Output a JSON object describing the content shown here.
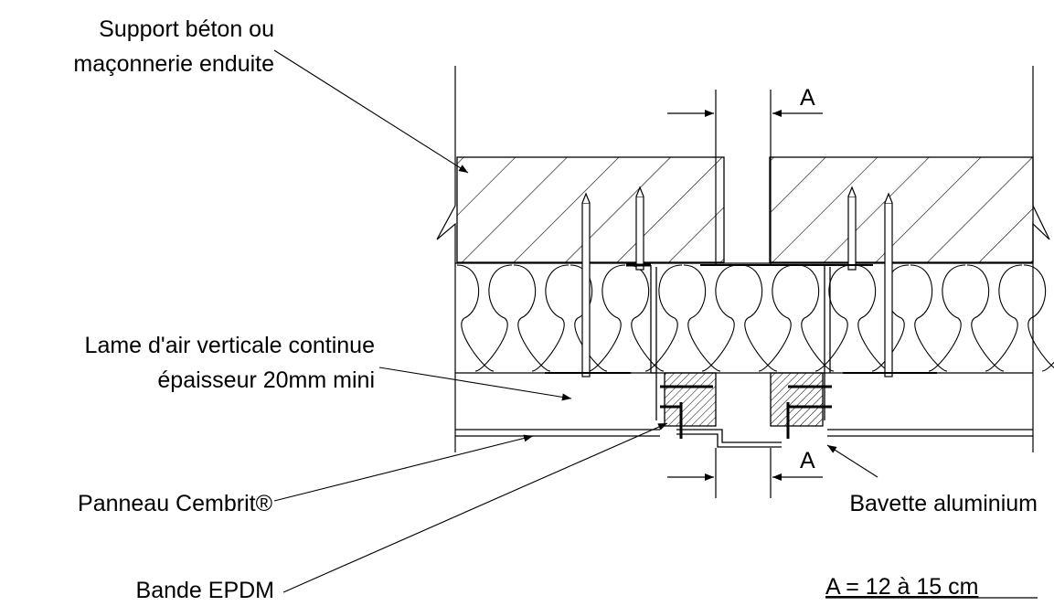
{
  "labels": {
    "support": [
      "Support béton ou",
      "maçonnerie enduite"
    ],
    "lame_air": [
      "Lame d'air verticale continue",
      "épaisseur 20mm mini"
    ],
    "panneau": "Panneau Cembrit®",
    "bande": "Bande EPDM",
    "bavette": "Bavette aluminium",
    "dim_top": "A",
    "dim_bottom": "A",
    "formula": "A = 12 à 15 cm"
  }
}
